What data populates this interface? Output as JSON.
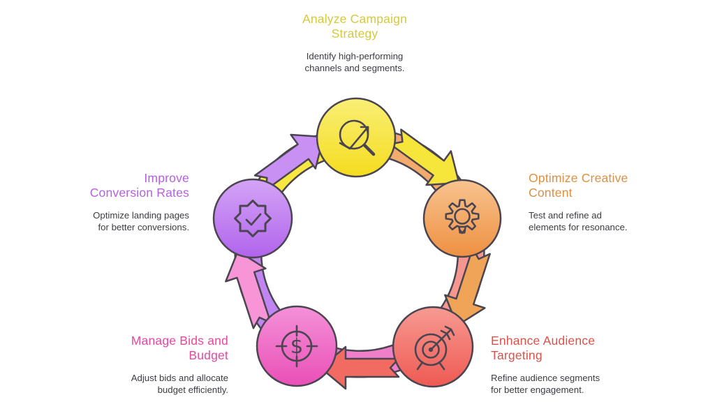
{
  "page": {
    "background": "#ffffff"
  },
  "diagram": {
    "type": "cycle-infographic",
    "direction": "clockwise",
    "outline_color": "#4a4550",
    "description_text_color": "#3b3c42",
    "steps": [
      {
        "id": "analyze",
        "position": "top",
        "title": "Analyze Campaign Strategy",
        "title_lines": [
          "Analyze Campaign",
          "Strategy"
        ],
        "description": "Identify high-performing channels and segments.",
        "description_lines": [
          "Identify high-performing",
          "channels and segments."
        ],
        "icon": "magnifier-trend-arrow-icon",
        "title_color": "#d4c93e",
        "circle_gradient": [
          "#faef76",
          "#f4dc1f"
        ],
        "band_color": "#f7e740",
        "arrow_color": "#f6e53a"
      },
      {
        "id": "optimize",
        "position": "right",
        "title": "Optimize Creative Content",
        "title_lines": [
          "Optimize Creative",
          "Content"
        ],
        "description": "Test and refine ad elements for resonance.",
        "description_lines": [
          "Test and refine ad",
          "elements for resonance."
        ],
        "icon": "gear-lightbulb-icon",
        "title_color": "#dd8f41",
        "circle_gradient": [
          "#f8c38f",
          "#ee9041"
        ],
        "band_color": "#f3ab6d",
        "arrow_color": "#f0a458"
      },
      {
        "id": "enhance",
        "position": "bottom-right",
        "title": "Enhance Audience Targeting",
        "title_lines": [
          "Enhance Audience",
          "Targeting"
        ],
        "description": "Refine audience segments for better engagement.",
        "description_lines": [
          "Refine audience segments",
          "for better engagement."
        ],
        "icon": "target-dart-icon",
        "title_color": "#dc524a",
        "circle_gradient": [
          "#f79a92",
          "#ee5a53"
        ],
        "band_color": "#f59790",
        "arrow_color": "#f26b63"
      },
      {
        "id": "manage",
        "position": "bottom-left",
        "title": "Manage Bids and Budget",
        "title_lines": [
          "Manage Bids and",
          "Budget"
        ],
        "description": "Adjust bids and allocate budget efficiently.",
        "description_lines": [
          "Adjust bids and allocate",
          "budget efficiently."
        ],
        "icon": "dollar-crosshair-icon",
        "title_color": "#e8479f",
        "circle_gradient": [
          "#f491d9",
          "#ea4fb6"
        ],
        "band_color": "#f07fca",
        "arrow_color": "#f795d6"
      },
      {
        "id": "improve",
        "position": "left",
        "title": "Improve Conversion Rates",
        "title_lines": [
          "Improve",
          "Conversion Rates"
        ],
        "description": "Optimize landing pages for better conversions.",
        "description_lines": [
          "Optimize landing pages",
          "for better conversions."
        ],
        "icon": "badge-check-icon",
        "title_color": "#b560e4",
        "circle_gradient": [
          "#d4a4f6",
          "#b164ec"
        ],
        "band_color": "#c085f1",
        "arrow_color": "#c990f3"
      }
    ]
  }
}
